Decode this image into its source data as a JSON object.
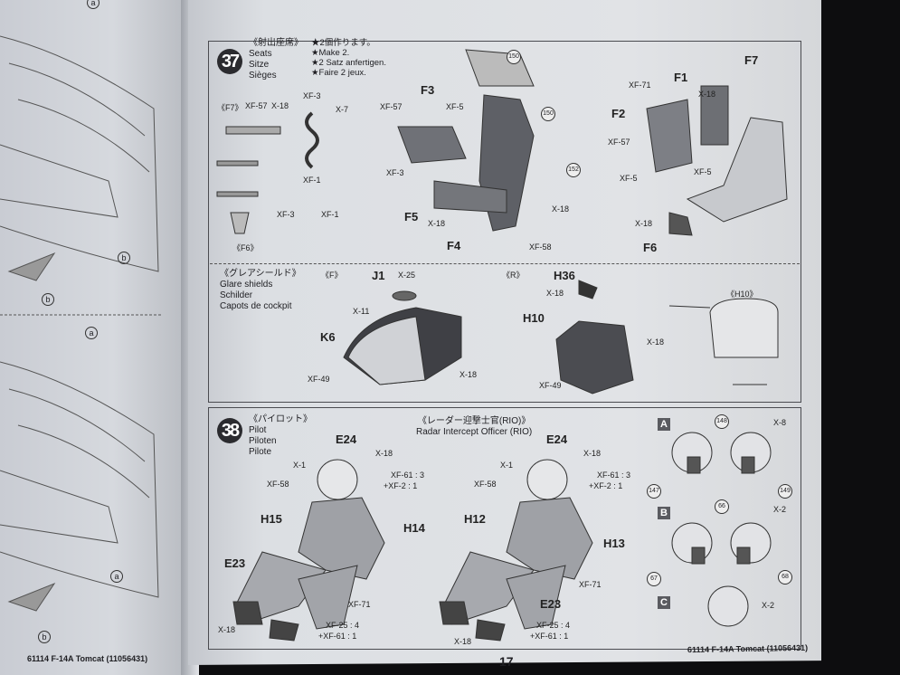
{
  "left_page": {
    "callouts": [
      "a",
      "b",
      "b",
      "a",
      "a",
      "b"
    ],
    "footer": "61114 F-14A Tomcat (11056431)"
  },
  "step37": {
    "number": "37",
    "title_jp": "《射出座席》",
    "title_en": "Seats",
    "title_de": "Sitze",
    "title_fr": "Sièges",
    "notes": [
      "★2個作ります。",
      "★Make 2.",
      "★2 Satz anfertigen.",
      "★Faire 2 jeux."
    ],
    "callouts": [
      "《F7》",
      "XF-57",
      "X-18",
      "XF-3",
      "X-7",
      "XF-1",
      "《F6》",
      "XF-3",
      "XF-1",
      "F3",
      "XF-5",
      "XF-57",
      "XF-3",
      "F5",
      "X-18",
      "F4",
      "X-18",
      "XF-58",
      "F1",
      "X-18",
      "F7",
      "XF-71",
      "F2",
      "XF-57",
      "XF-5",
      "XF-5",
      "X-18",
      "F6"
    ],
    "decals": [
      "150",
      "150",
      "152"
    ]
  },
  "glare": {
    "title_jp": "《グレアシールド》",
    "title_en": "Glare shields",
    "title_de": "Schilder",
    "title_fr": "Capots de cockpit",
    "callouts": [
      "《F》",
      "J1",
      "X-25",
      "X-11",
      "K6",
      "XF-49",
      "X-18",
      "《R》",
      "H36",
      "X-18",
      "H10",
      "X-18",
      "XF-49",
      "《H10》"
    ]
  },
  "step38": {
    "number": "38",
    "pilot_jp": "《パイロット》",
    "pilot_en": "Pilot",
    "pilot_de": "Piloten",
    "pilot_fr": "Pilote",
    "rio_jp": "《レーダー迎撃士官(RIO)》",
    "rio_en": "Radar Intercept Officer (RIO)",
    "callouts": [
      "E24",
      "X-18",
      "X-1",
      "XF-58",
      "XF-61 : 3",
      "+XF-2 : 1",
      "H15",
      "H14",
      "E23",
      "XF-71",
      "X-18",
      "XF-25 : 4",
      "+XF-61 : 1",
      "E24",
      "X-18",
      "X-1",
      "XF-58",
      "XF-61 : 3",
      "+XF-2 : 1",
      "H12",
      "H13",
      "XF-71",
      "E23",
      "X-18",
      "XF-25 : 4",
      "+XF-61 : 1",
      "X-8",
      "X-2",
      "X-2"
    ],
    "variants": [
      "A",
      "B",
      "C"
    ],
    "decals": [
      "148",
      "147",
      "149",
      "66",
      "67",
      "68"
    ]
  },
  "footer": {
    "page_number": "17",
    "right_text": "61114 F-14A Tomcat (11056431)"
  }
}
